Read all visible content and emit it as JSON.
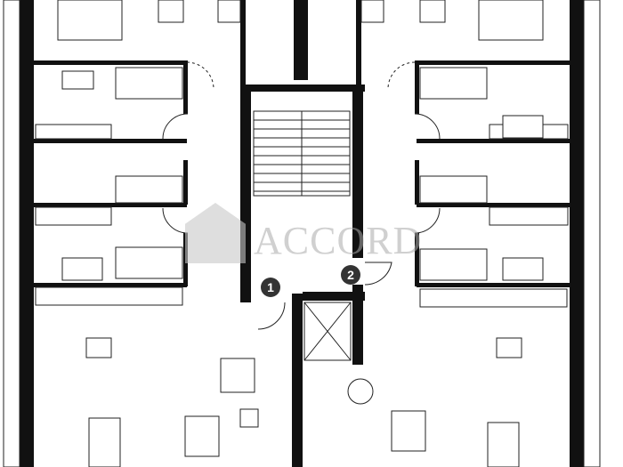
{
  "plan": {
    "markers": [
      {
        "label": "1"
      },
      {
        "label": "2"
      }
    ],
    "watermark": "ACCORD"
  },
  "colors": {
    "wall": "#111111",
    "line": "#222222",
    "background": "#ffffff"
  }
}
